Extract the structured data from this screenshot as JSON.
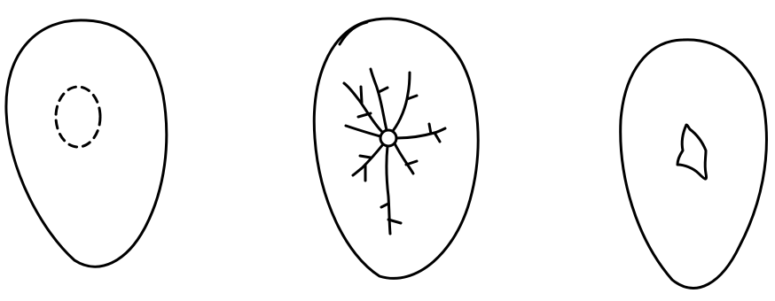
{
  "figure": {
    "panels": [
      {
        "shape": "egg-outline",
        "inner_mark": "dashed-oval"
      },
      {
        "shape": "egg-outline",
        "inner_mark": "star-crack-with-branches"
      },
      {
        "shape": "egg-outline",
        "inner_mark": "small-irregular-hole"
      }
    ],
    "colors": {
      "line": "#000000",
      "background": "#ffffff"
    }
  }
}
